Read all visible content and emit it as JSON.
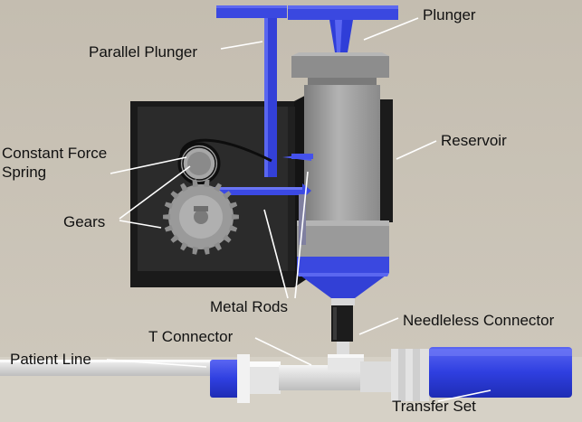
{
  "labels": {
    "plunger": "Plunger",
    "parallel_plunger": "Parallel Plunger",
    "constant_force_spring_line1": "Constant Force",
    "constant_force_spring_line2": "Spring",
    "reservoir": "Reservoir",
    "gears": "Gears",
    "metal_rods": "Metal Rods",
    "needleless_connector": "Needleless Connector",
    "t_connector": "T Connector",
    "patient_line": "Patient Line",
    "transfer_set": "Transfer Set"
  },
  "colors": {
    "background": "#c9c2b5",
    "housing": "#1d1d1d",
    "housing_inner": "#2a2a2a",
    "accent_blue": "#3a48e0",
    "reservoir_gray": "#8f8f8f",
    "reservoir_light": "#a9a9a9",
    "tubing": "#e2e2e2",
    "callout_line": "#ffffff",
    "label_text": "#111111"
  }
}
